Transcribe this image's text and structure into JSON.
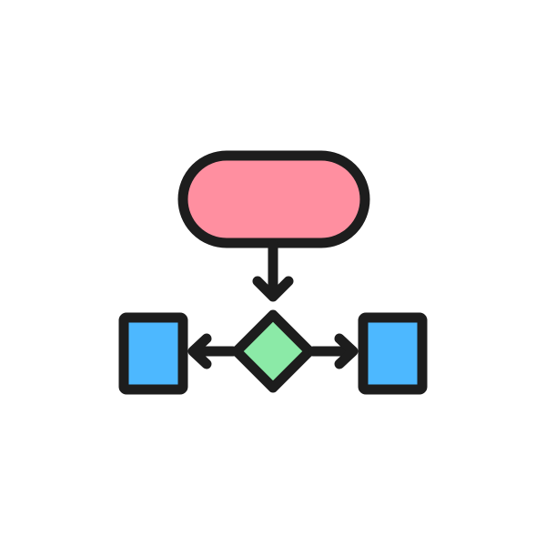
{
  "diagram": {
    "type": "flowchart-icon",
    "nodes": [
      {
        "id": "start",
        "shape": "pill",
        "fill": "#FF8FA0"
      },
      {
        "id": "decision",
        "shape": "diamond",
        "fill": "#8BEAA7"
      },
      {
        "id": "left-process",
        "shape": "rectangle",
        "fill": "#4DB8FF"
      },
      {
        "id": "right-process",
        "shape": "rectangle",
        "fill": "#4DB8FF"
      }
    ],
    "edges": [
      {
        "from": "start",
        "to": "decision",
        "arrow": "down"
      },
      {
        "from": "decision",
        "to": "left-process",
        "arrow": "left"
      },
      {
        "from": "decision",
        "to": "right-process",
        "arrow": "right"
      }
    ],
    "colors": {
      "stroke": "#1D1D1D",
      "background": "#FFFFFF"
    }
  }
}
